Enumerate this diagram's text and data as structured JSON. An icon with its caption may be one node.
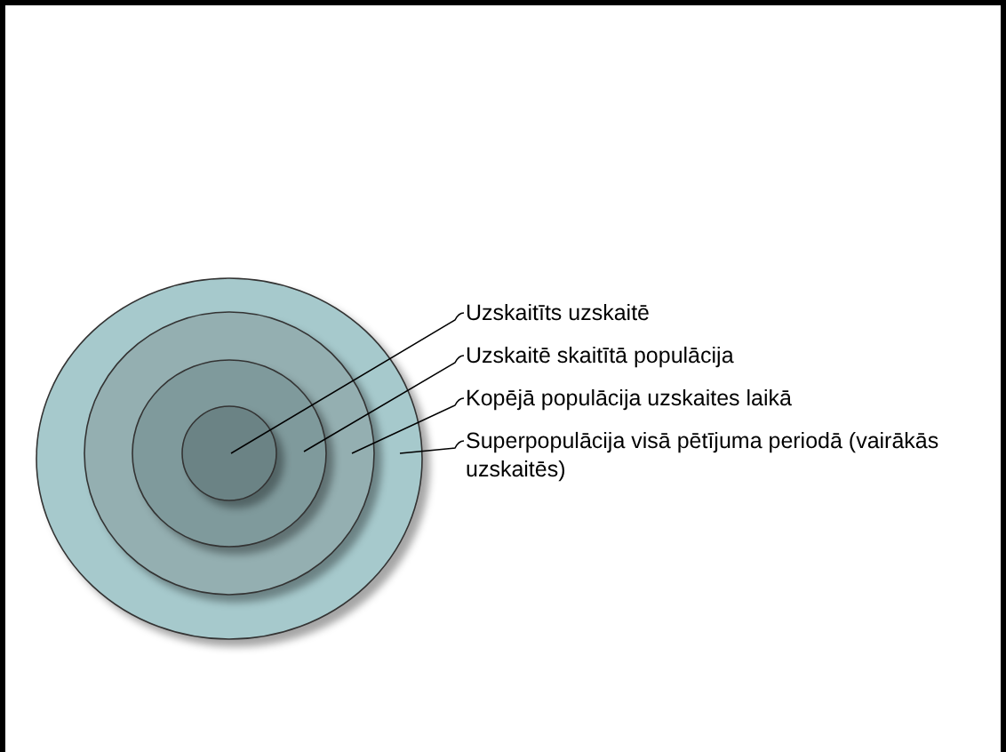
{
  "diagram": {
    "nodes": [
      {
        "text": [],
        "shape": "circle"
      },
      {
        "text": [],
        "shape": "circle",
        "in": 0
      },
      {
        "text": [],
        "shape": "circle",
        "in": 1
      },
      {
        "text": [],
        "shape": "circle",
        "in": 2
      },
      {
        "text": [
          "Uzskaitīts uzskaitē"
        ]
      },
      {
        "text": [
          "Uzskaitē skaitītā populācija"
        ]
      },
      {
        "text": [
          "Kopējā populācija uzskaites laikā"
        ]
      },
      {
        "text": [
          "Superpopulācija visā pētījuma periodā (vairākās uzskaitēs)"
        ]
      }
    ],
    "edges": [
      {
        "from": 4,
        "to": 3,
        "arrow": "none"
      },
      {
        "from": 5,
        "to": 2,
        "arrow": "none"
      },
      {
        "from": 6,
        "to": 1,
        "arrow": "none"
      },
      {
        "from": 7,
        "to": 0,
        "arrow": "none"
      }
    ]
  }
}
